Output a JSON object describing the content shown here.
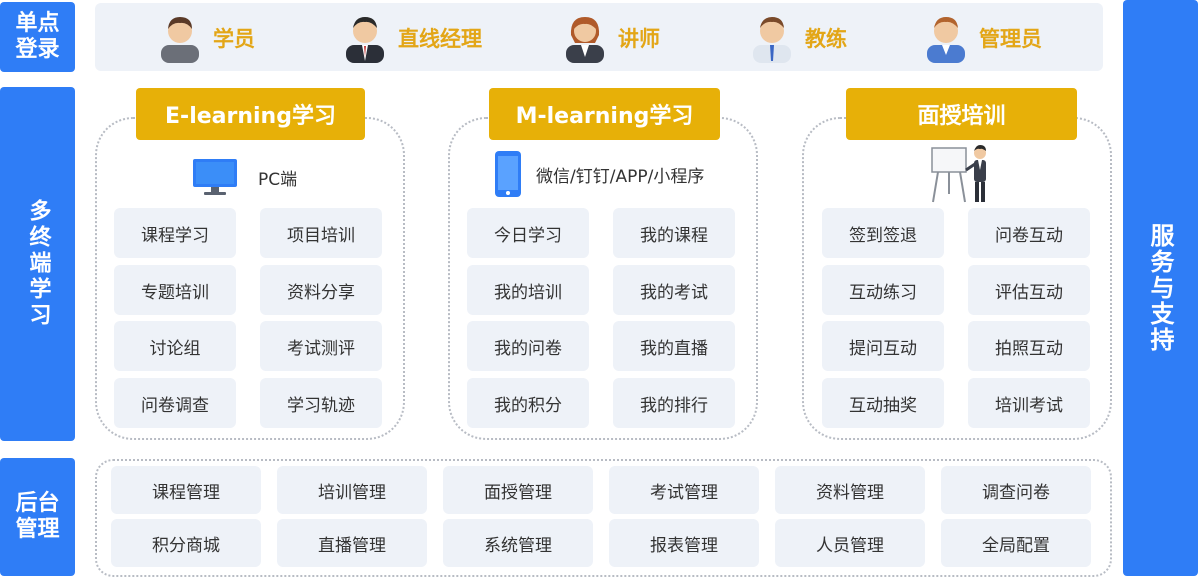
{
  "left_labels": {
    "sso": "单点登录",
    "multi_terminal": "多终端学习",
    "backend": "后台管理"
  },
  "roles": [
    {
      "name": "学员",
      "icon": "student-avatar-icon"
    },
    {
      "name": "直线经理",
      "icon": "manager-avatar-icon"
    },
    {
      "name": "讲师",
      "icon": "lecturer-avatar-icon"
    },
    {
      "name": "教练",
      "icon": "coach-avatar-icon"
    },
    {
      "name": "管理员",
      "icon": "admin-avatar-icon"
    }
  ],
  "panels": [
    {
      "title": "E-learning学习",
      "device_label": "PC端",
      "device_icon": "monitor-icon",
      "items": [
        "课程学习",
        "项目培训",
        "专题培训",
        "资料分享",
        "讨论组",
        "考试测评",
        "问卷调查",
        "学习轨迹"
      ]
    },
    {
      "title": "M-learning学习",
      "device_label": "微信/钉钉/APP/小程序",
      "device_icon": "mobile-phone-icon",
      "items": [
        "今日学习",
        "我的课程",
        "我的培训",
        "我的考试",
        "我的问卷",
        "我的直播",
        "我的积分",
        "我的排行"
      ]
    },
    {
      "title": "面授培训",
      "device_label": "",
      "device_icon": "presenter-whiteboard-icon",
      "items": [
        "签到签退",
        "问卷互动",
        "互动练习",
        "评估互动",
        "提问互动",
        "拍照互动",
        "互动抽奖",
        "培训考试"
      ]
    }
  ],
  "backend_items": [
    "课程管理",
    "培训管理",
    "面授管理",
    "考试管理",
    "资料管理",
    "调查问卷",
    "积分商城",
    "直播管理",
    "系统管理",
    "报表管理",
    "人员管理",
    "全局配置"
  ],
  "side_label": "服务与支持",
  "colors": {
    "blue": "#2f7df6",
    "gold": "#e7b008",
    "role_text": "#e3a617",
    "cell_bg": "#eef2f8"
  }
}
